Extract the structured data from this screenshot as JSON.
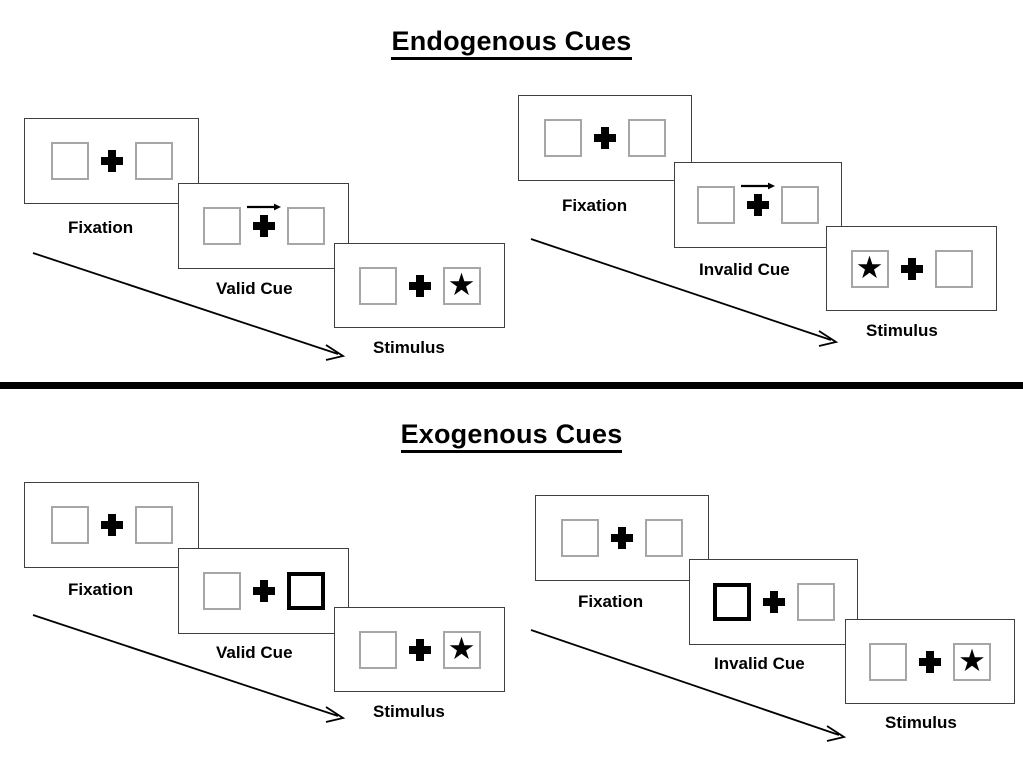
{
  "figure": {
    "sections": [
      {
        "id": "endogenous",
        "title": "Endogenous Cues",
        "columns": [
          {
            "id": "endogenous-valid",
            "panels": [
              {
                "stage_label": "Fixation",
                "left_box": {
                  "state": "normal",
                  "content": "none"
                },
                "right_box": {
                  "state": "normal",
                  "content": "none"
                },
                "center": {
                  "plus": true,
                  "arrow": "none"
                }
              },
              {
                "stage_label": "Valid Cue",
                "left_box": {
                  "state": "normal",
                  "content": "none"
                },
                "right_box": {
                  "state": "normal",
                  "content": "none"
                },
                "center": {
                  "plus": true,
                  "arrow": "right"
                }
              },
              {
                "stage_label": "Stimulus",
                "left_box": {
                  "state": "normal",
                  "content": "none"
                },
                "right_box": {
                  "state": "normal",
                  "content": "star"
                },
                "center": {
                  "plus": true,
                  "arrow": "none"
                }
              }
            ]
          },
          {
            "id": "endogenous-invalid",
            "panels": [
              {
                "stage_label": "Fixation",
                "left_box": {
                  "state": "normal",
                  "content": "none"
                },
                "right_box": {
                  "state": "normal",
                  "content": "none"
                },
                "center": {
                  "plus": true,
                  "arrow": "none"
                }
              },
              {
                "stage_label": "Invalid Cue",
                "left_box": {
                  "state": "normal",
                  "content": "none"
                },
                "right_box": {
                  "state": "normal",
                  "content": "none"
                },
                "center": {
                  "plus": true,
                  "arrow": "right"
                }
              },
              {
                "stage_label": "Stimulus",
                "left_box": {
                  "state": "normal",
                  "content": "star"
                },
                "right_box": {
                  "state": "normal",
                  "content": "none"
                },
                "center": {
                  "plus": true,
                  "arrow": "none"
                }
              }
            ]
          }
        ]
      },
      {
        "id": "exogenous",
        "title": "Exogenous Cues",
        "columns": [
          {
            "id": "exogenous-valid",
            "panels": [
              {
                "stage_label": "Fixation",
                "left_box": {
                  "state": "normal",
                  "content": "none"
                },
                "right_box": {
                  "state": "normal",
                  "content": "none"
                },
                "center": {
                  "plus": true,
                  "arrow": "none"
                }
              },
              {
                "stage_label": "Valid Cue",
                "left_box": {
                  "state": "normal",
                  "content": "none"
                },
                "right_box": {
                  "state": "cued",
                  "content": "none"
                },
                "center": {
                  "plus": true,
                  "arrow": "none"
                }
              },
              {
                "stage_label": "Stimulus",
                "left_box": {
                  "state": "normal",
                  "content": "none"
                },
                "right_box": {
                  "state": "normal",
                  "content": "star"
                },
                "center": {
                  "plus": true,
                  "arrow": "none"
                }
              }
            ]
          },
          {
            "id": "exogenous-invalid",
            "panels": [
              {
                "stage_label": "Fixation",
                "left_box": {
                  "state": "normal",
                  "content": "none"
                },
                "right_box": {
                  "state": "normal",
                  "content": "none"
                },
                "center": {
                  "plus": true,
                  "arrow": "none"
                }
              },
              {
                "stage_label": "Invalid Cue",
                "left_box": {
                  "state": "cued",
                  "content": "none"
                },
                "right_box": {
                  "state": "normal",
                  "content": "none"
                },
                "center": {
                  "plus": true,
                  "arrow": "none"
                }
              },
              {
                "stage_label": "Stimulus",
                "left_box": {
                  "state": "normal",
                  "content": "none"
                },
                "right_box": {
                  "state": "normal",
                  "content": "star"
                },
                "center": {
                  "plus": true,
                  "arrow": "none"
                }
              }
            ]
          }
        ]
      }
    ],
    "glyphs": {
      "star": "★",
      "fixation_cross": "plus-icon",
      "cue_arrow": "arrow-right-icon",
      "time_arrow": "time-progression-arrow-icon"
    },
    "colors": {
      "ink": "#000000",
      "panel_border": "#3f3f3f",
      "box_border": "#a6a6a6",
      "cued_box_border": "#000000",
      "background": "#ffffff"
    }
  }
}
